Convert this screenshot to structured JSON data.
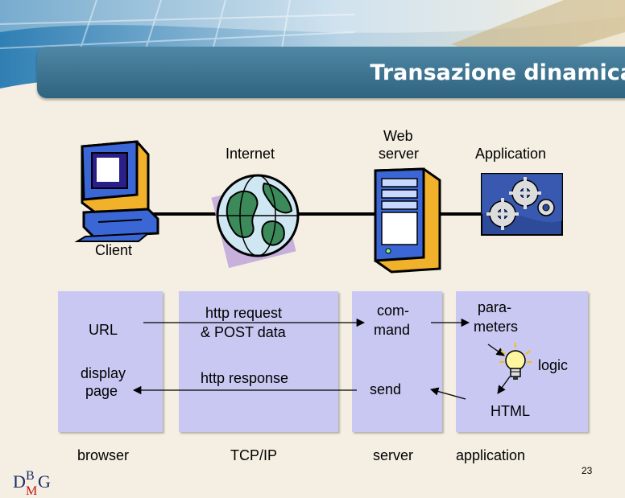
{
  "title": "Transazione dinamica",
  "icons": {
    "client": "client-computer-icon",
    "internet": "globe-icon",
    "server": "web-server-icon",
    "application": "gears-icon",
    "logic": "lightbulb-icon"
  },
  "top_labels": {
    "client": "Client",
    "internet": "Internet",
    "server_line1": "Web",
    "server_line2": "server",
    "application": "Application"
  },
  "boxes": {
    "browser": {
      "url": "URL",
      "display_line1": "display",
      "display_line2": "page"
    },
    "tcp": {
      "request_line1": "http request",
      "request_line2": "& POST data",
      "response": "http response"
    },
    "server": {
      "command_line1": "com-",
      "command_line2": "mand",
      "send": "send"
    },
    "application": {
      "params_line1": "para-",
      "params_line2": "meters",
      "logic": "logic",
      "html": "HTML"
    }
  },
  "bottom_labels": {
    "browser": "browser",
    "tcp": "TCP/IP",
    "server": "server",
    "application": "application"
  },
  "page_number": "23",
  "logo_text": "DBMG",
  "colors": {
    "title_bar": "#3a7290",
    "box": "#c8c8f2",
    "background": "#f4efe2"
  }
}
